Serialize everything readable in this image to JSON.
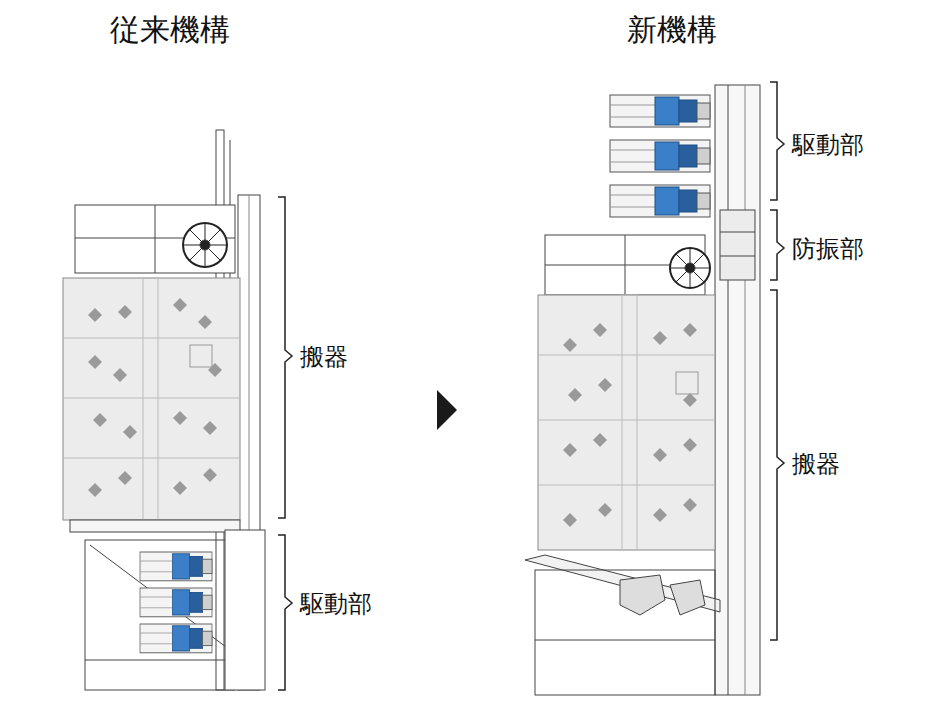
{
  "diagram": {
    "labels": [
      "従来機構",
      "搬器",
      "駆動部",
      "新機構",
      "駆動部",
      "防振部",
      "搬器"
    ]
  }
}
